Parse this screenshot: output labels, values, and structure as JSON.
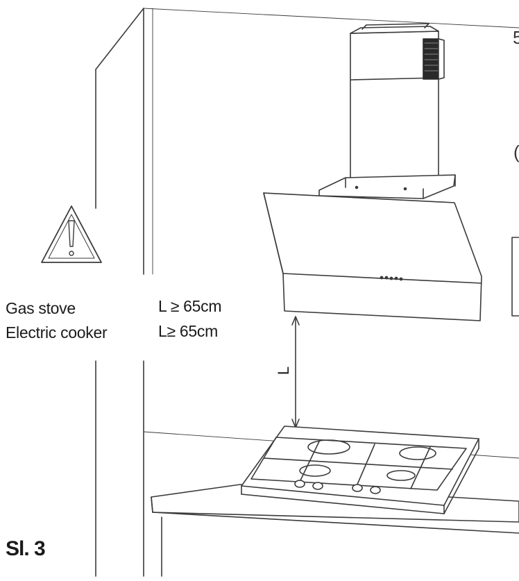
{
  "labels": {
    "gas_stove": "Gas stove",
    "gas_stove_clearance": "L ≥ 65cm",
    "electric_cooker": "Electric cooker",
    "electric_cooker_clearance": "L≥ 65cm",
    "dimension_letter": "L",
    "figure_label": "Sl. 3",
    "edge_glyph_top": "5",
    "edge_glyph_mid": "("
  },
  "icons": {
    "warning": "warning-triangle-icon"
  },
  "colors": {
    "line": "#3a3a3a",
    "grille": "#2a2a2a"
  }
}
